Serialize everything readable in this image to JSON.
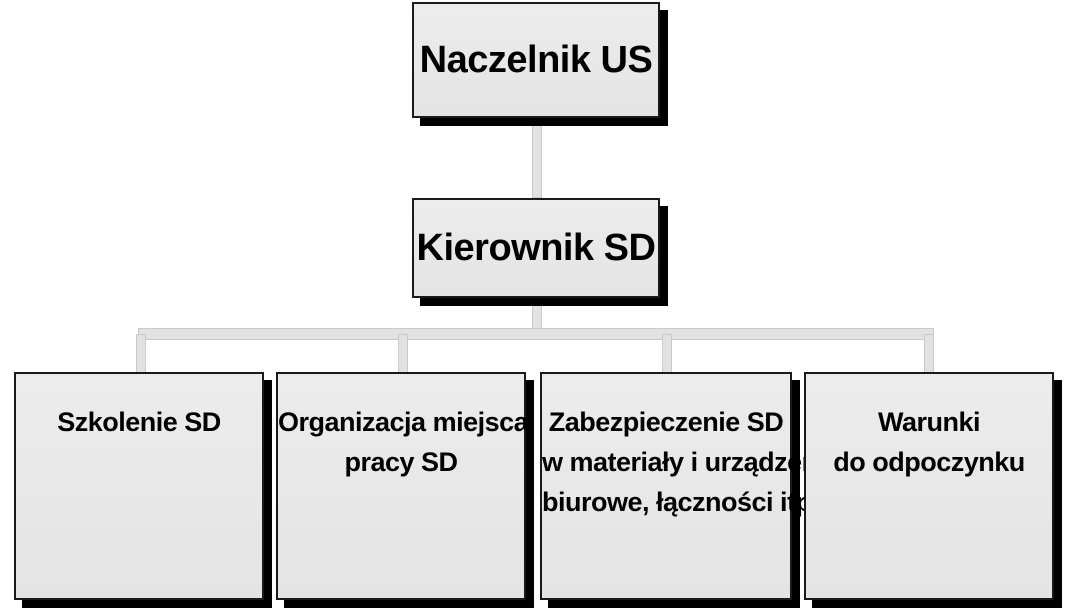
{
  "diagram": {
    "root": {
      "label": "Naczelnik US"
    },
    "manager": {
      "label": "Kierownik SD"
    },
    "children": [
      {
        "lines": [
          "Szkolenie SD"
        ]
      },
      {
        "lines": [
          "Organizacja miejsca",
          "pracy SD"
        ]
      },
      {
        "lines": [
          "Zabezpieczenie SD",
          "w materiały i urządzenia",
          "biurowe, łączności itp."
        ]
      },
      {
        "lines": [
          "Warunki",
          "do odpoczynku"
        ]
      }
    ]
  },
  "colors": {
    "box_fill": "#e8e8e8",
    "box_border": "#1a1a1a",
    "box_shadow": "#000000",
    "connector": "#e2e2e2"
  }
}
